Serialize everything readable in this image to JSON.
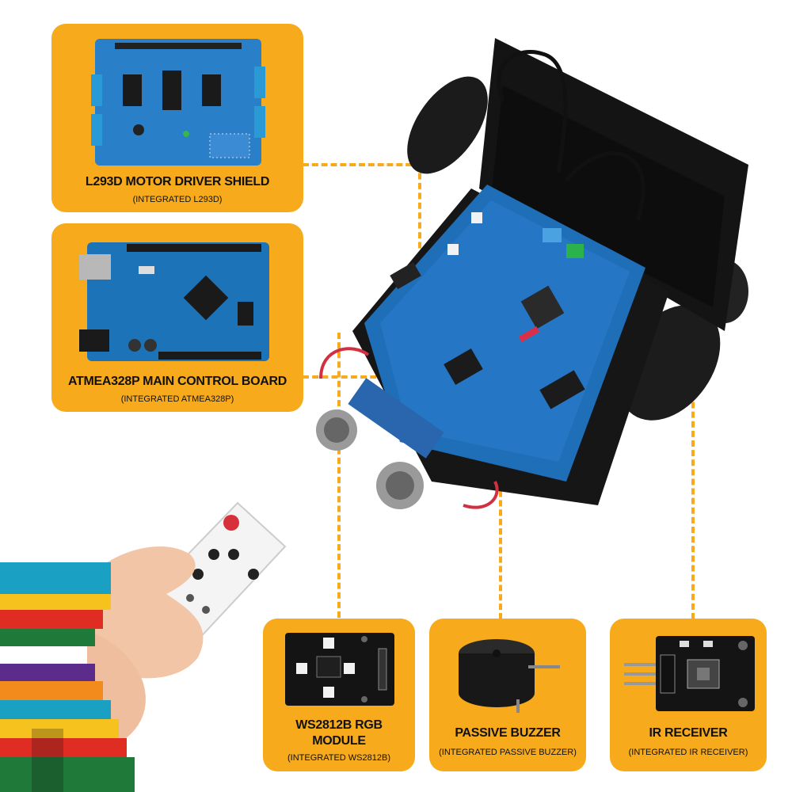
{
  "cards": {
    "motor_shield": {
      "title": "L293D MOTOR DRIVER SHIELD",
      "subtitle": "(INTEGRATED L293D)"
    },
    "main_board": {
      "title": "ATMEA328P MAIN CONTROL BOARD",
      "subtitle": "(INTEGRATED ATMEA328P)"
    },
    "rgb_module": {
      "title_line1": "WS2812B RGB",
      "title_line2": "MODULE",
      "subtitle": "(INTEGRATED WS2812B)"
    },
    "buzzer": {
      "title": "PASSIVE BUZZER",
      "subtitle": "(INTEGRATED PASSIVE BUZZER)"
    },
    "ir_receiver": {
      "title": "IR RECEIVER",
      "subtitle": "(INTEGRATED IR RECEIVER)"
    }
  },
  "colors": {
    "accent": "#f6aa1c",
    "board_blue": "#1f6fb8",
    "chassis": "#151515"
  },
  "icons": [
    "motor-shield-photo",
    "arduino-board-photo",
    "robot-car-photo",
    "ir-remote-photo",
    "ws2812b-module-photo",
    "buzzer-photo",
    "ir-receiver-photo"
  ]
}
